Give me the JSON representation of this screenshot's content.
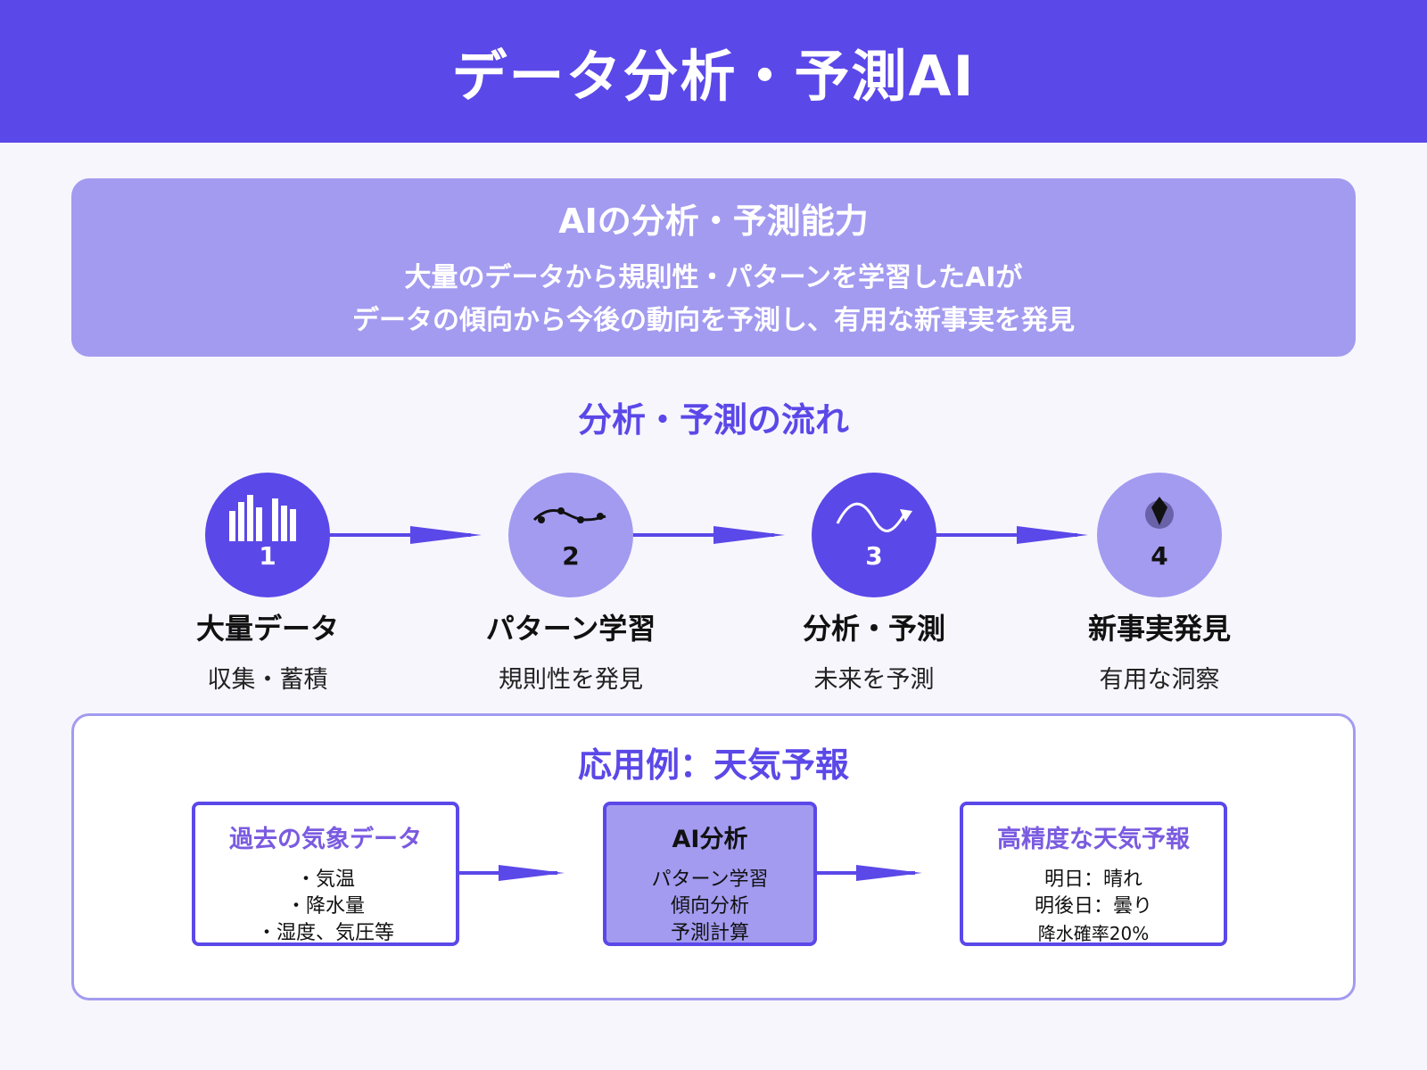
{
  "header": {
    "title": "データ分析・予測AI"
  },
  "banner": {
    "title": "AIの分析・予測能力",
    "line1": "大量のデータから規則性・パターンを学習したAIが",
    "line2": "データの傾向から今後の動向を予測し、有用な新事実を発見"
  },
  "flow": {
    "title": "分析・予測の流れ",
    "steps": [
      {
        "number": "1",
        "title": "大量データ",
        "subtitle": "収集・蓄積",
        "icon": "bar-chart-icon"
      },
      {
        "number": "2",
        "title": "パターン学習",
        "subtitle": "規則性を発見",
        "icon": "pattern-dots-icon"
      },
      {
        "number": "3",
        "title": "分析・予測",
        "subtitle": "未来を予測",
        "icon": "trend-arrow-icon"
      },
      {
        "number": "4",
        "title": "新事実発見",
        "subtitle": "有用な洞察",
        "icon": "gem-icon"
      }
    ]
  },
  "example": {
    "title": "応用例：天気予報",
    "boxes": [
      {
        "head": "過去の気象データ",
        "items": [
          "・気温",
          "・降水量",
          "・湿度、気圧等"
        ]
      },
      {
        "head": "AI分析",
        "items": [
          "パターン学習",
          "傾向分析",
          "予測計算"
        ]
      },
      {
        "head": "高精度な天気予報",
        "items": [
          "明日：晴れ",
          "明後日：曇り",
          "降水確率20%"
        ]
      }
    ]
  },
  "colors": {
    "primary": "#5b48e8",
    "light": "#a39bf0",
    "background": "#f7f6fd",
    "heading_violet": "#7a5be0"
  }
}
